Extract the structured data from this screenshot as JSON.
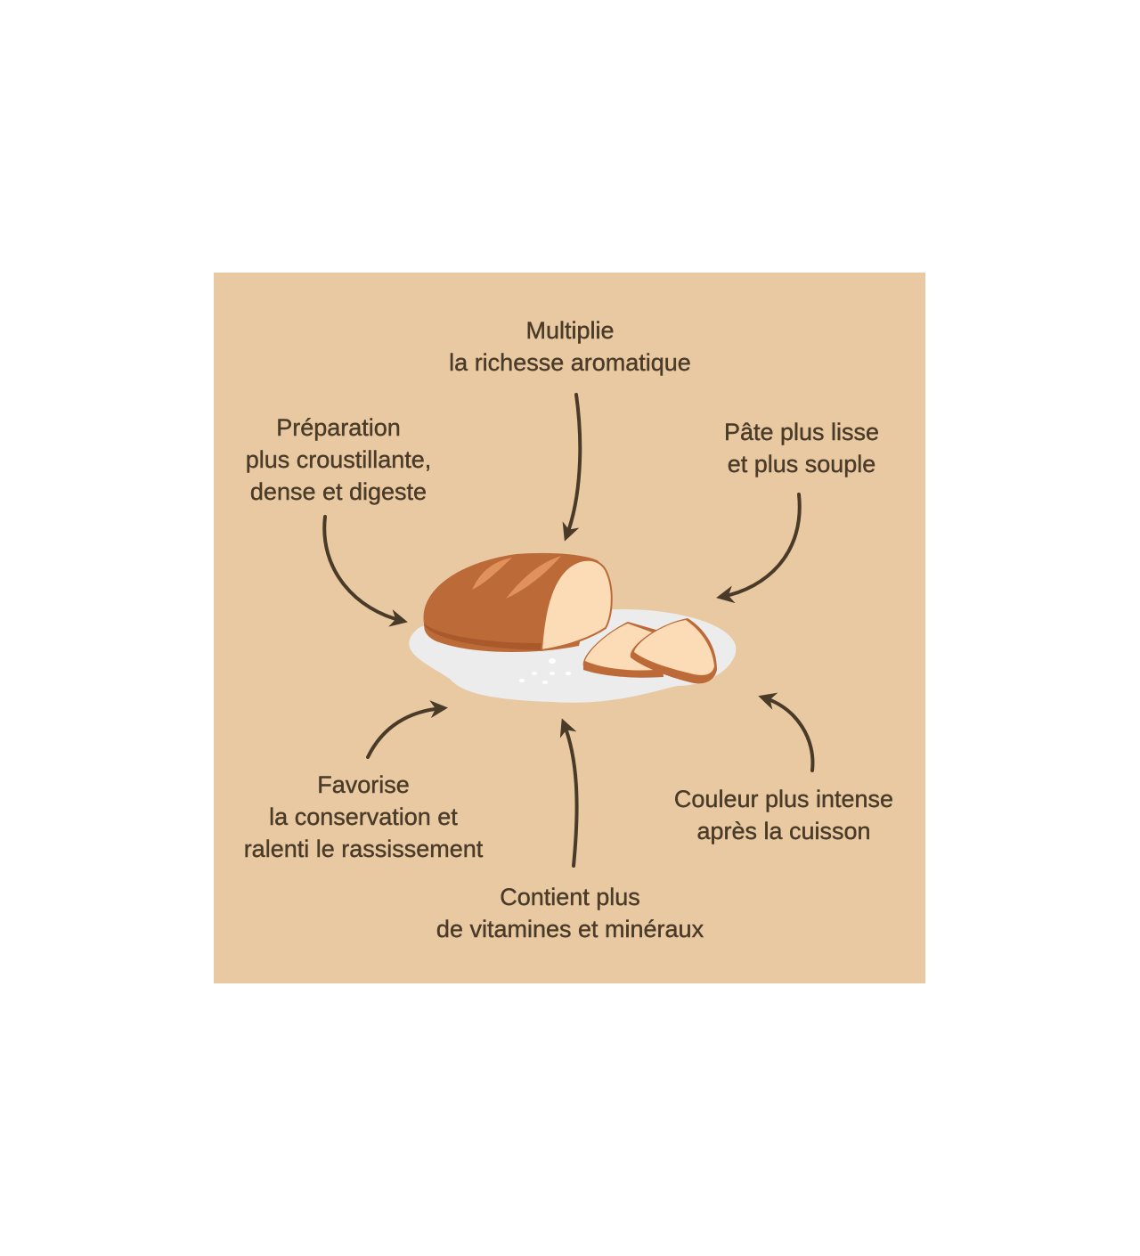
{
  "colors": {
    "background": "#e8c9a2",
    "text": "#4a3a28",
    "crust": "#bc6a38",
    "crumb": "#fbdcb6",
    "flour": "#ececec"
  },
  "benefits": [
    {
      "id": "aroma",
      "lines": [
        "Multiplie",
        "la richesse aromatique"
      ]
    },
    {
      "id": "texture",
      "lines": [
        "Préparation",
        "plus croustillante,",
        "dense et digeste"
      ]
    },
    {
      "id": "dough",
      "lines": [
        "Pâte plus lisse",
        "et plus souple"
      ]
    },
    {
      "id": "conservation",
      "lines": [
        "Favorise",
        "la conservation et",
        "ralenti le rassissement"
      ]
    },
    {
      "id": "nutrients",
      "lines": [
        "Contient plus",
        "de vitamines et minéraux"
      ]
    },
    {
      "id": "color",
      "lines": [
        "Couleur plus intense",
        "après la cuisson"
      ]
    }
  ]
}
